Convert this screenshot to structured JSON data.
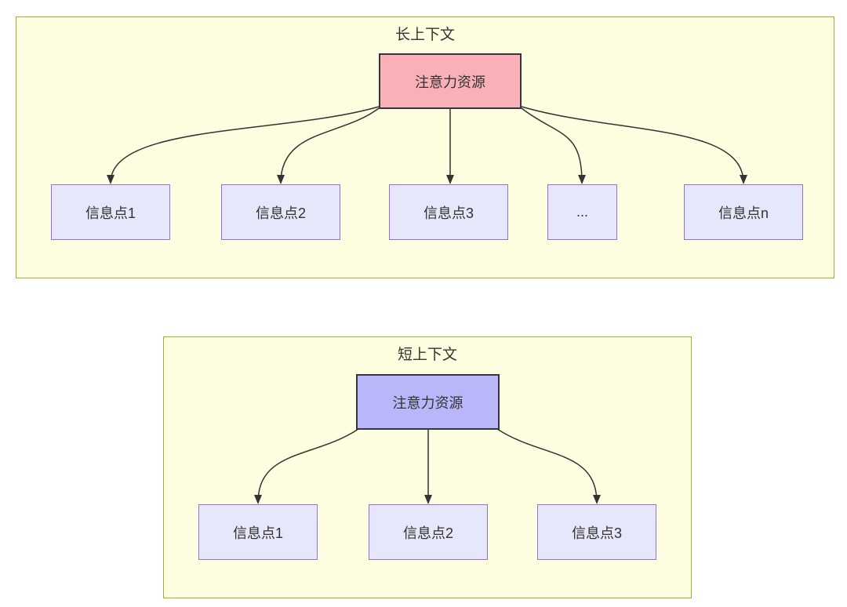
{
  "diagram": {
    "long_context": {
      "title": "长上下文",
      "attention_label": "注意力资源",
      "nodes": [
        {
          "label": "信息点1"
        },
        {
          "label": "信息点2"
        },
        {
          "label": "信息点3"
        },
        {
          "label": "..."
        },
        {
          "label": "信息点n"
        }
      ]
    },
    "short_context": {
      "title": "短上下文",
      "attention_label": "注意力资源",
      "nodes": [
        {
          "label": "信息点1"
        },
        {
          "label": "信息点2"
        },
        {
          "label": "信息点3"
        }
      ]
    },
    "colors": {
      "container_fill": "#fdfddf",
      "container_border": "#a9a933",
      "long_attention_fill": "#f9b1b7",
      "short_attention_fill": "#b9b7f9",
      "attention_border": "#35353d",
      "info_fill": "#e7e7fb",
      "info_border": "#9370db",
      "arrow": "#333333",
      "text": "#333333"
    }
  }
}
